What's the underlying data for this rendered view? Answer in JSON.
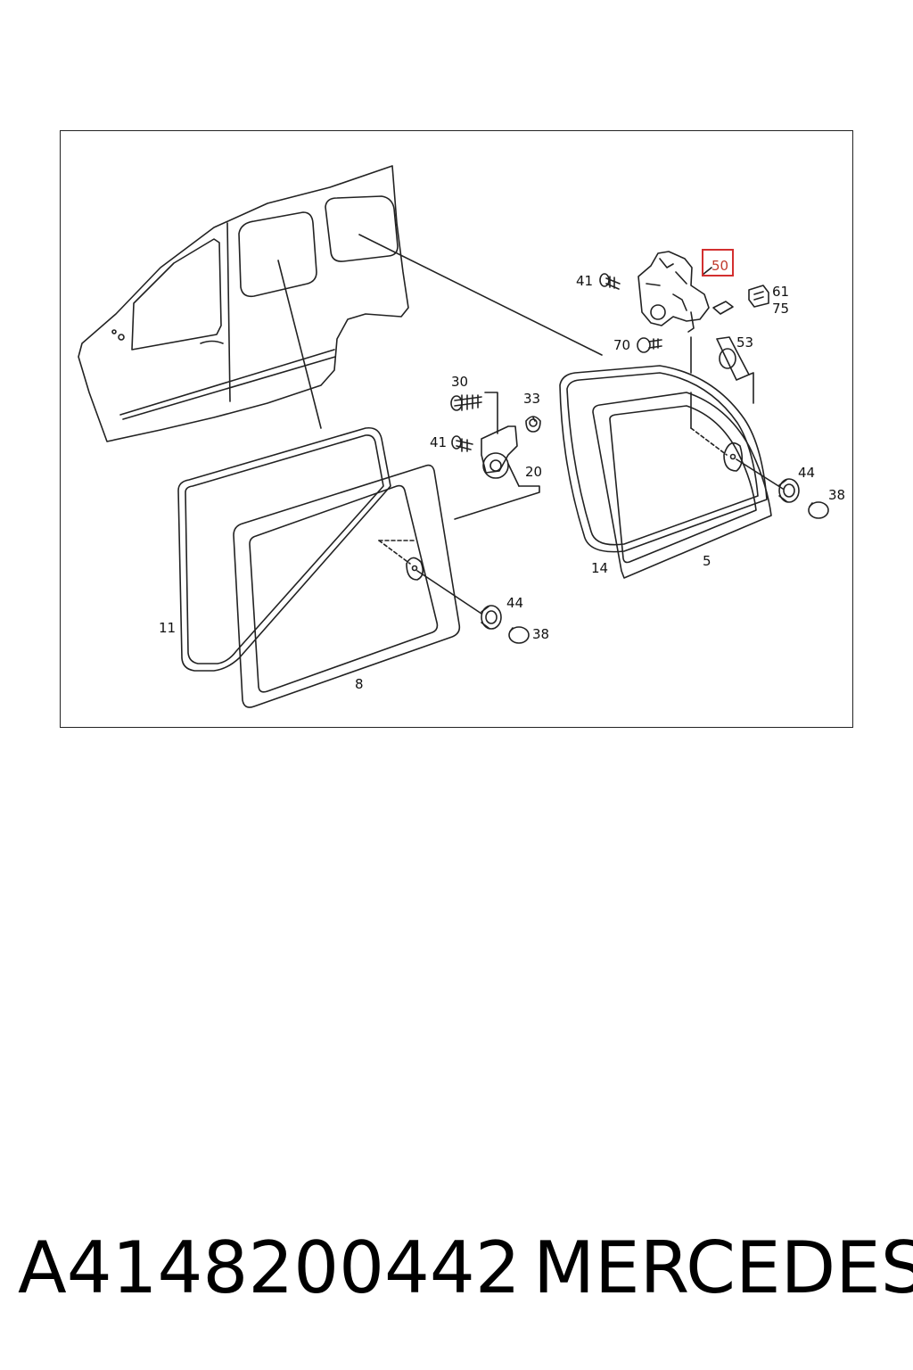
{
  "diagram": {
    "callouts": [
      {
        "id": "c11",
        "text": "11"
      },
      {
        "id": "c8",
        "text": "8"
      },
      {
        "id": "c44a",
        "text": "44"
      },
      {
        "id": "c38a",
        "text": "38"
      },
      {
        "id": "c30",
        "text": "30"
      },
      {
        "id": "c33",
        "text": "33"
      },
      {
        "id": "c41a",
        "text": "41"
      },
      {
        "id": "c20",
        "text": "20"
      },
      {
        "id": "c41b",
        "text": "41"
      },
      {
        "id": "c50",
        "text": "50",
        "highlighted": true
      },
      {
        "id": "c61",
        "text": "61"
      },
      {
        "id": "c75",
        "text": "75"
      },
      {
        "id": "c70",
        "text": "70"
      },
      {
        "id": "c53",
        "text": "53"
      },
      {
        "id": "c14",
        "text": "14"
      },
      {
        "id": "c5",
        "text": "5"
      },
      {
        "id": "c44b",
        "text": "44"
      },
      {
        "id": "c38b",
        "text": "38"
      }
    ],
    "highlight_color": "#d32f2f"
  },
  "caption": {
    "part_number": "A4148200442",
    "brand": "MERCEDES"
  }
}
